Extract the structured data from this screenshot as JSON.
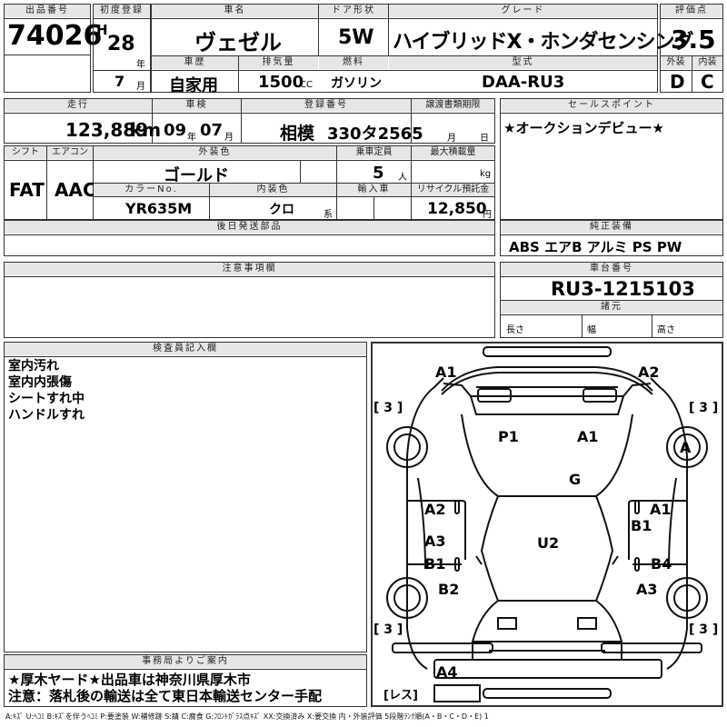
{
  "header": {
    "lot_label": "出品番号",
    "lot_number": "74026",
    "first_reg_label": "初度登録",
    "era": "H",
    "year": "28",
    "year_unit": "年",
    "month": "7",
    "month_unit": "月",
    "car_name_label": "車名",
    "car_name": "ヴェゼル",
    "door_label": "ドア形状",
    "door": "5W",
    "grade_label": "グレード",
    "grade": "ハイブリッドX・ホンダセンシング",
    "score_label": "評価点",
    "score": "3.5",
    "history_label": "車歴",
    "history": "自家用",
    "displacement_label": "排気量",
    "displacement": "1500",
    "displacement_unit": "CC",
    "fuel_label": "燃料",
    "fuel": "ガソリン",
    "model_label": "型式",
    "model": "DAA-RU3",
    "exterior_label": "外装",
    "exterior": "D",
    "interior_label": "内装",
    "interior": "C"
  },
  "row2": {
    "mileage_label": "走行",
    "mileage": "123,889",
    "mileage_unit": "km",
    "inspection_label": "車検",
    "insp_year": "09",
    "insp_year_unit": "年",
    "insp_month": "07",
    "insp_month_unit": "月",
    "reg_label": "登録番号",
    "reg_area": "相模",
    "reg_number": "330タ2565",
    "transfer_label": "譲渡書類期限",
    "transfer_month": "月",
    "transfer_day": "日",
    "sales_label": "セールスポイント",
    "sales_point": "★オークションデビュー★"
  },
  "row3": {
    "shift_label": "シフト",
    "shift": "FAT",
    "ac_label": "エアコン",
    "ac": "AAC",
    "color_label": "外装色",
    "color": "ゴールド",
    "capacity_label": "乗車定員",
    "capacity": "5",
    "capacity_unit": "人",
    "load_label": "最大積載量",
    "load_unit": "kg",
    "color_no_label": "カラーNo.",
    "color_no": "YR635M",
    "int_color_label": "内装色",
    "int_color": "クロ",
    "int_color_unit": "系",
    "import_label": "輸入車",
    "recycle_label": "リサイクル預託金",
    "recycle": "12,850",
    "recycle_unit": "円"
  },
  "parts": {
    "later_parts_label": "後日発送部品",
    "equipment_label": "純正装備",
    "equipment": "ABS エアB アルミ PS PW",
    "notes_label": "注意事項欄",
    "chassis_label": "車台番号",
    "chassis": "RU3-1215103",
    "dims_label": "諸元",
    "length_label": "長さ",
    "width_label": "幅",
    "height_label": "高さ"
  },
  "inspector": {
    "label": "検査員記入欄",
    "notes": [
      "室内汚れ",
      "室内内張傷",
      "シートすれ中",
      "ハンドルすれ"
    ]
  },
  "office": {
    "label": "事務局よりご案内",
    "line1": "★厚木ヤード★出品車は神奈川県厚木市",
    "line2": "注意：落札後の輸送は全て東日本輸送センター手配"
  },
  "diagram": {
    "tire_left_top": "[ 3 ]",
    "tire_right_top": "[ 3 ]",
    "tire_left_bottom": "[ 3 ]",
    "tire_right_bottom": "[ 3 ]",
    "marks": [
      "A1",
      "A2",
      "P1",
      "A1",
      "A",
      "G",
      "A2",
      "A1",
      "B1",
      "A3",
      "U2",
      "B1",
      "B4",
      "B2",
      "A3",
      "A4"
    ],
    "spare_label": "[レス]"
  },
  "legend": "A:ｷｽﾞ U:ﾍｺﾐ B:ｷｽﾞを伴うﾍｺﾐ P:要塗装 W:補修跡 S:錆 C:腐食 G:ﾌﾛﾝﾄｶﾞﾗｽ点ｷｽﾞ XX:交換済み X:要交換 内・外装評価 5段階ﾗﾝｸ順(A・B・C・D・E) 1"
}
